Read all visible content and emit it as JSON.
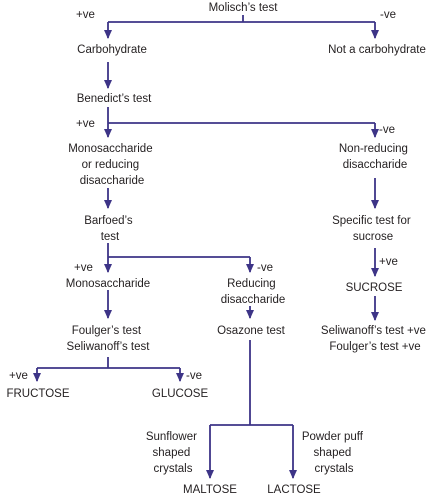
{
  "nodes": {
    "molisch": "Molisch’s test",
    "carbohydrate": "Carbohydrate",
    "not_carbohydrate": "Not a carbohydrate",
    "benedict": "Benedict’s test",
    "mono_reducing": [
      "Monosaccharide",
      "or reducing",
      "disaccharide"
    ],
    "non_reducing": [
      "Non-reducing",
      "disaccharide"
    ],
    "barfoed": [
      "Barfoed’s",
      "test"
    ],
    "monosaccharide": "Monosaccharide",
    "reducing_disaccharide": [
      "Reducing",
      "disaccharide"
    ],
    "specific_test": [
      "Specific test for",
      "sucrose"
    ],
    "sucrose": "SUCROSE",
    "sucrose_results": [
      "Seliwanoff’s test +ve",
      "Foulger’s test +ve"
    ],
    "foulger_seliwanoff": [
      "Foulger’s test",
      "Seliwanoff’s test"
    ],
    "osazone": "Osazone test",
    "fructose": "FRUCTOSE",
    "glucose": "GLUCOSE",
    "sunflower": [
      "Sunflower",
      "shaped",
      "crystals"
    ],
    "powder_puff": [
      "Powder puff",
      "shaped",
      "crystals"
    ],
    "maltose": "MALTOSE",
    "lactose": "LACTOSE"
  },
  "edges": {
    "molisch_pos": "+ve",
    "molisch_neg": "-ve",
    "benedict_pos": "+ve",
    "benedict_neg": "-ve",
    "barfoed_pos": "+ve",
    "barfoed_neg": "-ve",
    "sucrose_pos": "+ve",
    "fs_pos": "+ve",
    "fs_neg": "-ve"
  },
  "colors": {
    "line": "#3d3487",
    "text": "#231f20"
  }
}
